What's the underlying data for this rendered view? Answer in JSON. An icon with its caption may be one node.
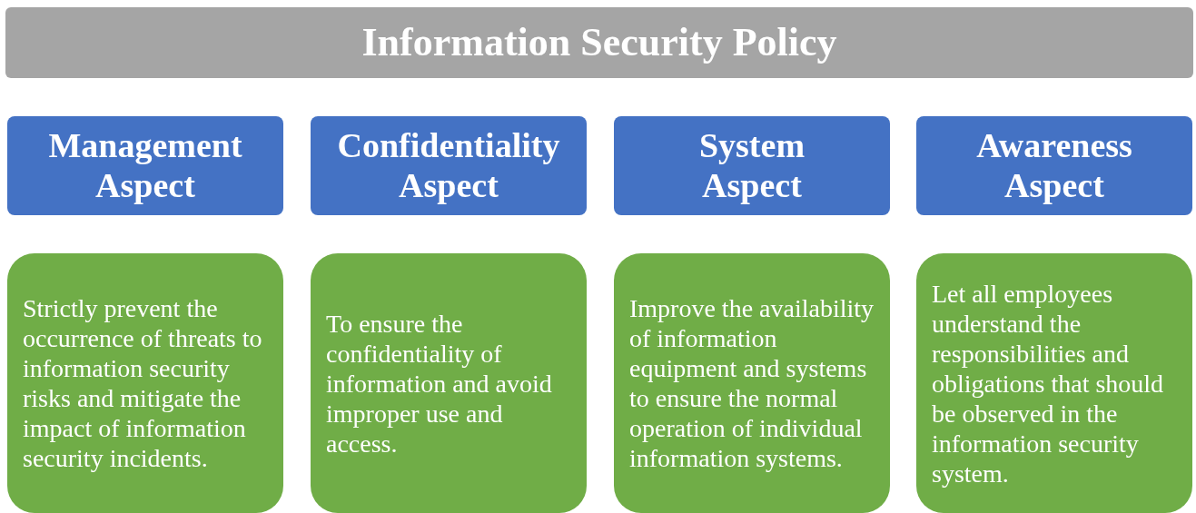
{
  "diagram": {
    "nodes": [
      {
        "text": [
          "Information Security Policy"
        ]
      },
      {
        "text": [
          "Management Aspect"
        ]
      },
      {
        "text": [
          "Confidentiality Aspect"
        ]
      },
      {
        "text": [
          "System Aspect"
        ]
      },
      {
        "text": [
          "Awareness Aspect"
        ]
      },
      {
        "text": [
          "Strictly prevent the occurrence of threats to information security risks and mitigate the impact of information security incidents."
        ]
      },
      {
        "text": [
          "To ensure the confidentiality of information and avoid improper use and access."
        ]
      },
      {
        "text": [
          "Improve the availability of information equipment and systems to ensure the normal operation of individual information systems."
        ]
      },
      {
        "text": [
          "Let all employees understand the responsibilities and obligations that should be observed in the information security system."
        ]
      }
    ]
  }
}
